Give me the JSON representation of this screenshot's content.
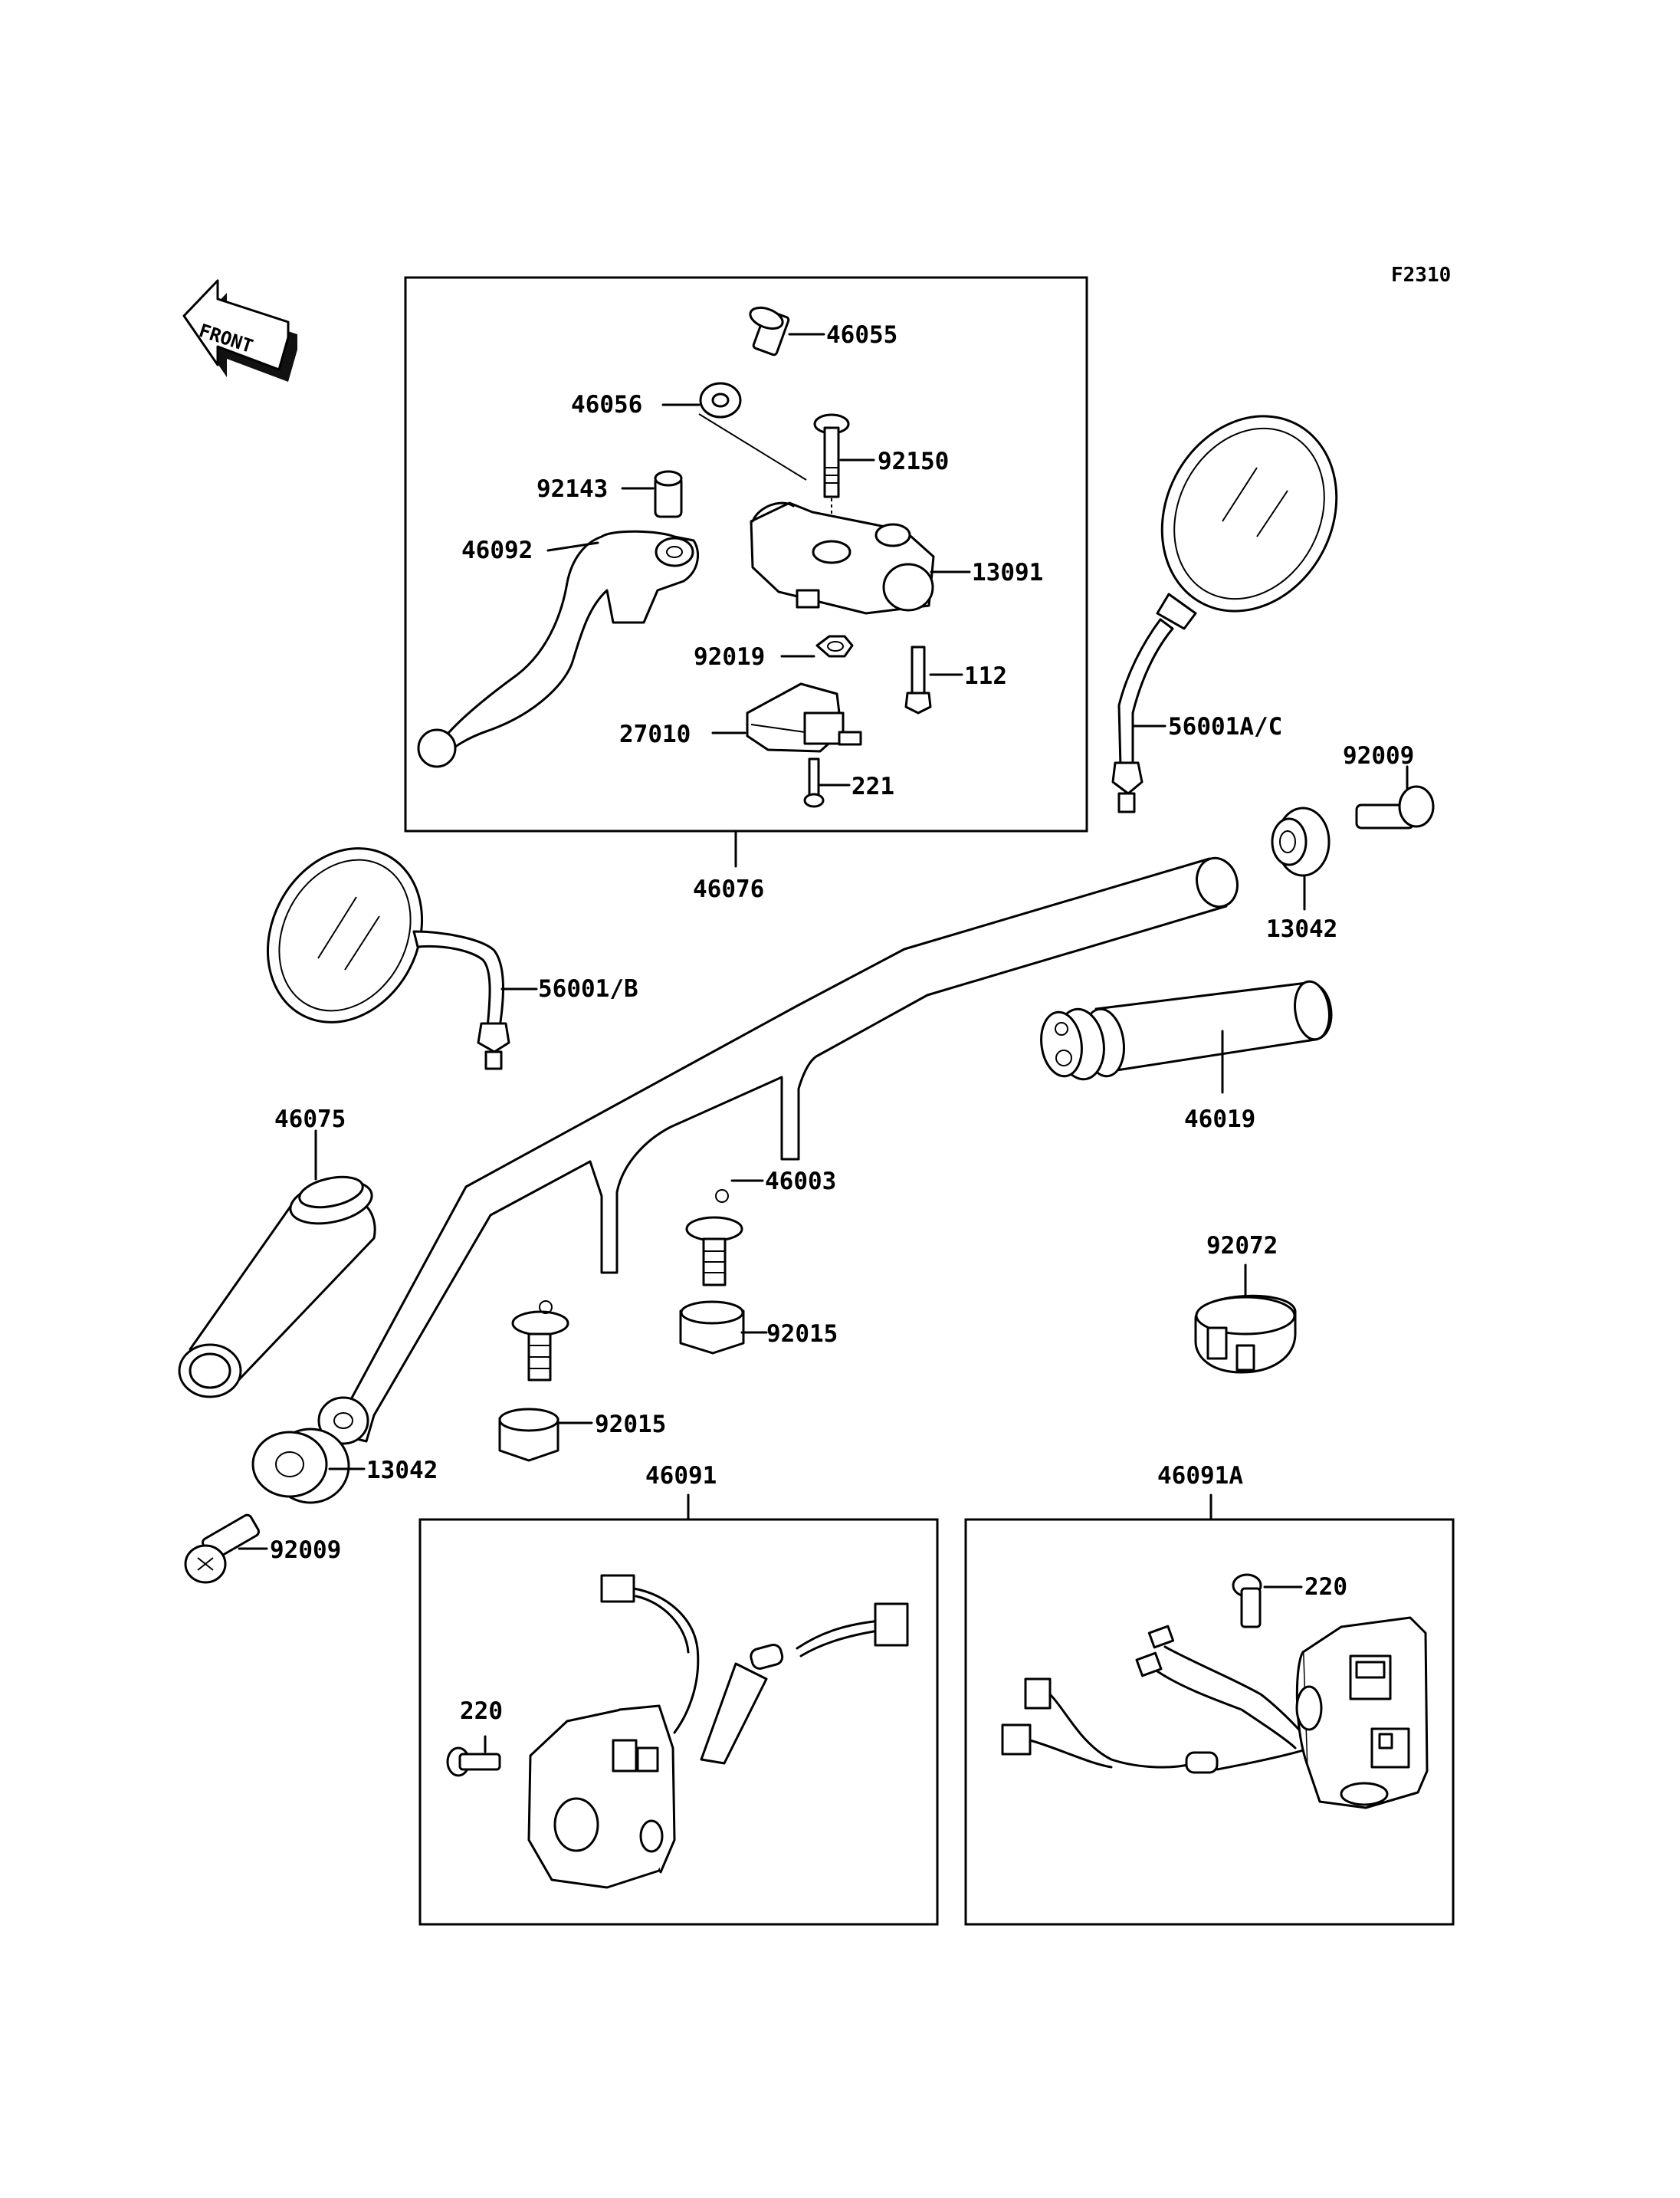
{
  "figure_code": "F2310",
  "front_label": "FRONT",
  "labels": {
    "l46055": "46055",
    "l46056": "46056",
    "l92150": "92150",
    "l92143": "92143",
    "l46092": "46092",
    "l13091": "13091",
    "l92019": "92019",
    "l112": "112",
    "l27010": "27010",
    "l221": "221",
    "l46076": "46076",
    "l56001ac": "56001A/C",
    "l92009r": "92009",
    "l13042r": "13042",
    "l56001b": "56001/B",
    "l46019": "46019",
    "l46075": "46075",
    "l46003": "46003",
    "l92072": "92072",
    "l92015a": "92015",
    "l92015b": "92015",
    "l13042l": "13042",
    "l92009l": "92009",
    "l46091": "46091",
    "l46091a": "46091A",
    "l220l": "220",
    "l220r": "220"
  }
}
